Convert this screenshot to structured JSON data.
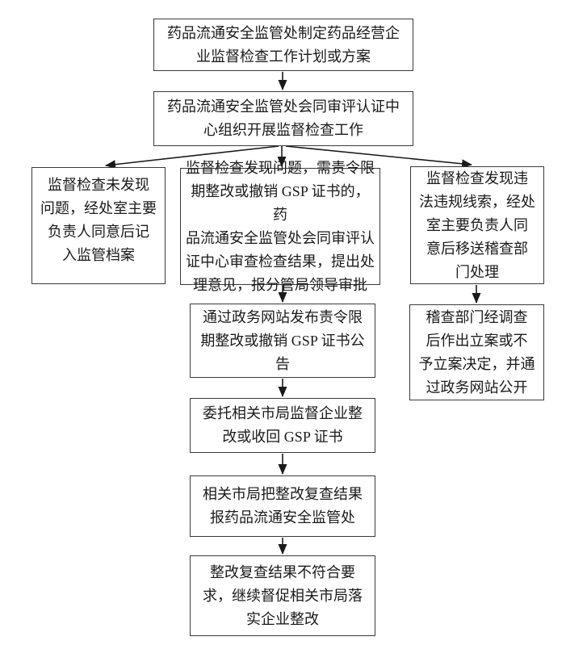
{
  "diagram": {
    "type": "flowchart",
    "direction": "top-down",
    "language": "zh-CN",
    "colors": {
      "background": "#ffffff",
      "box_border": "#3a3a3a",
      "text": "#1a1a1a",
      "arrow": "#1a1a1a"
    },
    "nodes": {
      "plan": "药品流通安全监管处制定药品经营企\n业监督检查工作计划或方案",
      "organize": "药品流通安全监管处会同审评认证中\n心组织开展监督检查工作",
      "no_problem": "监督检查未发现\n问题，经处室主要\n负责人同意后记\n入监管档案",
      "problem_found": "监督检查发现问题，需责令限\n期整改或撤销 GSP 证书的，药\n品流通安全监管处会同审评认\n证中心审查检查结果，提出处\n理意见，报分管局领导审批",
      "violation_clue": "监督检查发现违\n法违规线索，经处\n室主要负责人同\n意后移送稽查部\n门处理",
      "publish_announcement": "通过政务网站发布责令限\n期整改或撤销 GSP 证书公\n告",
      "entrust_city_bureau": "委托相关市局监督企业整\n改或收回 GSP 证书",
      "report_recheck": "相关市局把整改复查结果\n报药品流通安全监管处",
      "continue_urge": "整改复查结果不符合要\n求，继续督促相关市局落\n实企业整改",
      "inspection_decision": "稽查部门经调查\n后作出立案或不\n予立案决定，并通\n过政务网站公开"
    },
    "edges": [
      {
        "from": "plan",
        "to": "organize"
      },
      {
        "from": "organize",
        "to": "no_problem"
      },
      {
        "from": "organize",
        "to": "problem_found"
      },
      {
        "from": "organize",
        "to": "violation_clue"
      },
      {
        "from": "problem_found",
        "to": "publish_announcement"
      },
      {
        "from": "publish_announcement",
        "to": "entrust_city_bureau"
      },
      {
        "from": "entrust_city_bureau",
        "to": "report_recheck"
      },
      {
        "from": "report_recheck",
        "to": "continue_urge"
      },
      {
        "from": "violation_clue",
        "to": "inspection_decision"
      }
    ]
  }
}
